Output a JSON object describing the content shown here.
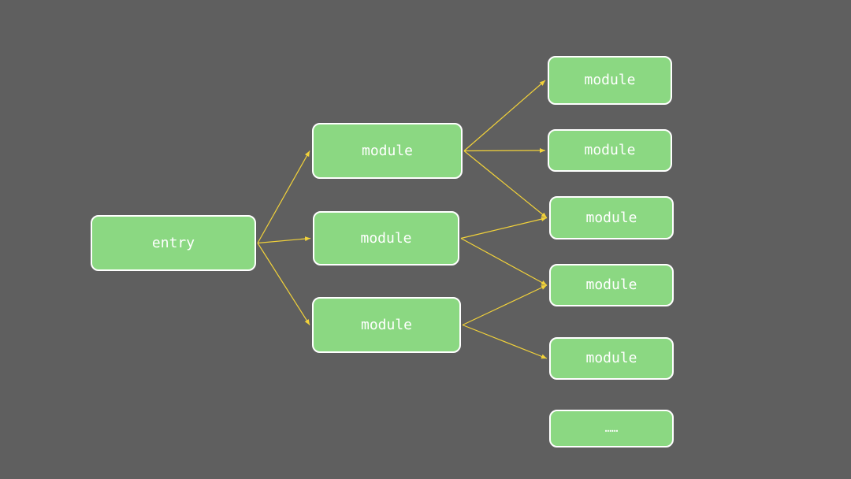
{
  "diagram": {
    "colors": {
      "background": "#5f5f5f",
      "node_fill": "#8bd882",
      "node_border": "#ffffff",
      "node_text": "#ffffff",
      "arrow": "#f2d23a"
    },
    "nodes": {
      "entry": "entry",
      "m1": "module",
      "m2": "module",
      "m3": "module",
      "r1": "module",
      "r2": "module",
      "r3": "module",
      "r4": "module",
      "r5": "module",
      "more": "……"
    },
    "edges": [
      [
        "entry",
        "m1"
      ],
      [
        "entry",
        "m2"
      ],
      [
        "entry",
        "m3"
      ],
      [
        "m1",
        "r1"
      ],
      [
        "m1",
        "r2"
      ],
      [
        "m1",
        "r3"
      ],
      [
        "m2",
        "r3"
      ],
      [
        "m2",
        "r4"
      ],
      [
        "m3",
        "r4"
      ],
      [
        "m3",
        "r5"
      ]
    ]
  }
}
